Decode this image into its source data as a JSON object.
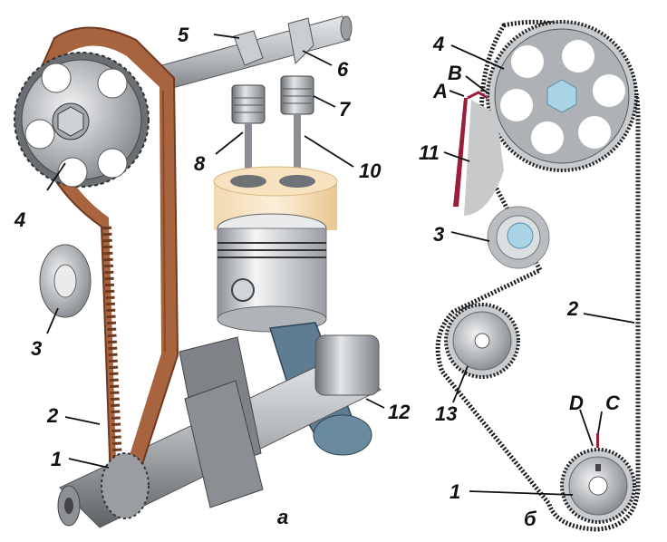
{
  "panel_a": {
    "caption": "а",
    "labels": {
      "l1": "1",
      "l2": "2",
      "l3": "3",
      "l4": "4",
      "l5": "5",
      "l6": "6",
      "l7": "7",
      "l8": "8",
      "l10": "10",
      "l12": "12"
    }
  },
  "panel_b": {
    "caption": "б",
    "labels": {
      "l1": "1",
      "l2": "2",
      "l3": "3",
      "l4": "4",
      "l11": "11",
      "l13": "13",
      "A": "A",
      "B": "B",
      "C": "C",
      "D": "D"
    }
  },
  "colors": {
    "belt": "#a8643f",
    "belt_dark": "#6e3a20",
    "steel": "#b9bcc0",
    "steel_dark": "#6f7378",
    "rod": "#5f7f96",
    "mark": "#9a1e3a",
    "hub": "#a9d4e6"
  }
}
